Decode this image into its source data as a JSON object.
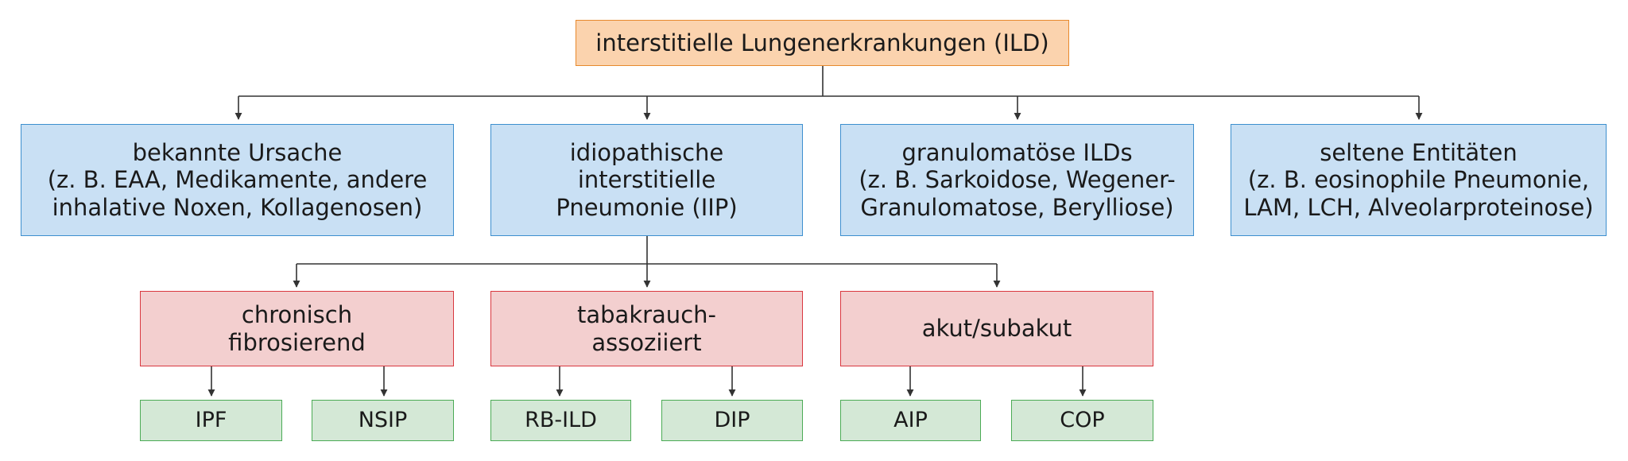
{
  "root": {
    "lines": [
      "interstitielle Lungenerkrankungen (ILD)"
    ]
  },
  "level1": [
    {
      "lines": [
        "bekannte Ursache",
        "(z. B. EAA, Medikamente, andere",
        "inhalative Noxen, Kollagenosen)"
      ]
    },
    {
      "lines": [
        "idiopathische",
        "interstitielle",
        "Pneumonie (IIP)"
      ]
    },
    {
      "lines": [
        "granulomatöse ILDs",
        "(z. B. Sarkoidose, Wegener-",
        "Granulomatose, Berylliose)"
      ]
    },
    {
      "lines": [
        "seltene Entitäten",
        "(z. B. eosinophile Pneumonie,",
        "LAM, LCH, Alveolarproteinose)"
      ]
    }
  ],
  "level2": [
    {
      "lines": [
        "chronisch",
        "fibrosierend"
      ]
    },
    {
      "lines": [
        "tabakrauch-",
        "assoziiert"
      ]
    },
    {
      "lines": [
        "akut/subakut"
      ]
    }
  ],
  "level3": [
    {
      "lines": [
        "IPF"
      ]
    },
    {
      "lines": [
        "NSIP"
      ]
    },
    {
      "lines": [
        "RB-ILD"
      ]
    },
    {
      "lines": [
        "DIP"
      ]
    },
    {
      "lines": [
        "AIP"
      ]
    },
    {
      "lines": [
        "COP"
      ]
    }
  ],
  "colors": {
    "root_fill": "#fbd3ae",
    "root_border": "#e7892d",
    "level1_fill": "#c9e0f4",
    "level1_border": "#3d8fcf",
    "level2_fill": "#f3cfcf",
    "level2_border": "#d9373f",
    "level3_fill": "#d4e8d6",
    "level3_border": "#4bab55",
    "connector": "#333333"
  }
}
